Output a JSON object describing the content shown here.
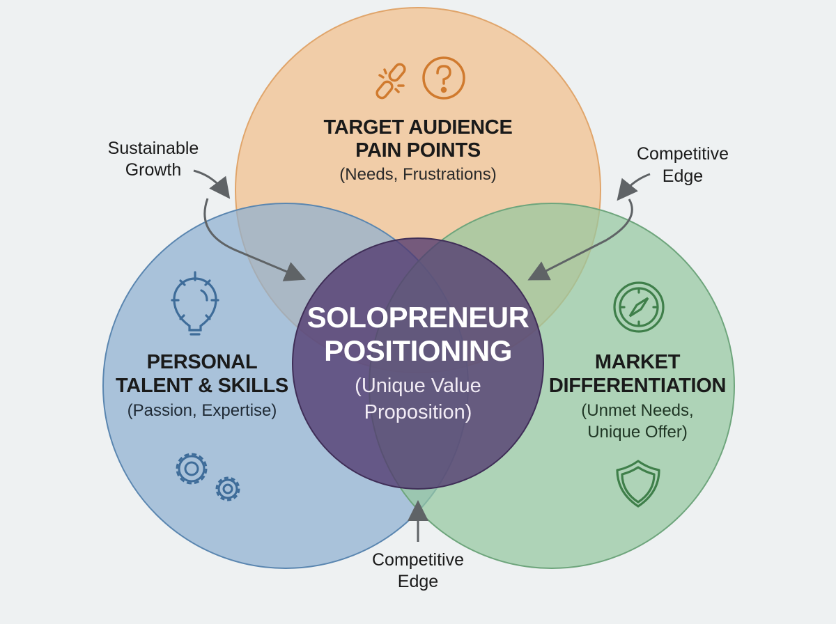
{
  "diagram": {
    "type": "venn",
    "colors": {
      "background": "#eef1f2",
      "top_circle": "#f1c79b",
      "top_stroke": "#e0a56b",
      "left_circle": "#9fbcd8",
      "left_stroke": "#5a86b0",
      "right_circle": "#a8d1b0",
      "right_stroke": "#6ea57c",
      "center_circle": "#5d4679",
      "center_stroke": "#3f2e57",
      "arrow": "#5f6366"
    },
    "top": {
      "title_line1": "TARGET AUDIENCE",
      "title_line2": "PAIN POINTS",
      "subtitle": "(Needs, Frustrations)",
      "icons": [
        "broken-link-icon",
        "question-icon"
      ]
    },
    "left": {
      "title_line1": "PERSONAL",
      "title_line2": "TALENT & SKILLS",
      "subtitle": "(Passion, Expertise)",
      "icons": [
        "lightbulb-icon",
        "gears-icon"
      ]
    },
    "right": {
      "title_line1": "MARKET",
      "title_line2": "DIFFERENTIATION",
      "subtitle_line1": "(Unmet Needs,",
      "subtitle_line2": "Unique Offer)",
      "icons": [
        "compass-icon",
        "shield-icon"
      ]
    },
    "center": {
      "title_line1": "SOLOPRENEUR",
      "title_line2": "POSITIONING",
      "subtitle_line1": "(Unique Value",
      "subtitle_line2": "Proposition)"
    },
    "callouts": {
      "top_left": {
        "line1": "Sustainable",
        "line2": "Growth"
      },
      "top_right": {
        "line1": "Competitive",
        "line2": "Edge"
      },
      "bottom": {
        "line1": "Competitive",
        "line2": "Edge"
      }
    }
  }
}
